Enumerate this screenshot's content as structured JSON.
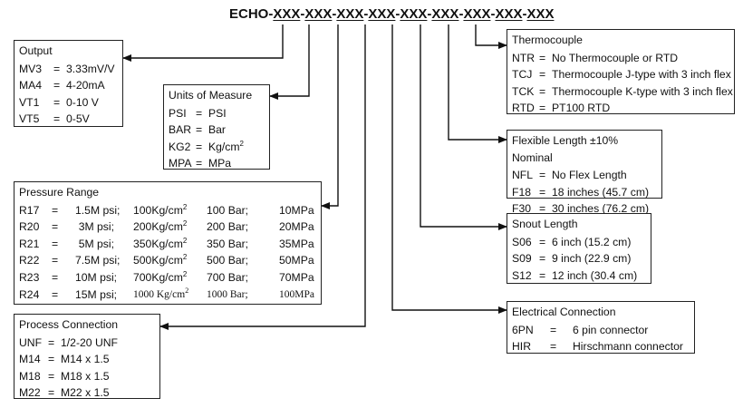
{
  "title": {
    "prefix": "ECHO-",
    "segments": [
      "XXX",
      "XXX",
      "XXX",
      "XXX",
      "XXX",
      "XXX",
      "XXX",
      "XXX",
      "XXX"
    ]
  },
  "output": {
    "header": "Output",
    "rows": [
      {
        "code": "MV3",
        "eq": "=",
        "desc": "3.33mV/V"
      },
      {
        "code": "MA4",
        "eq": "=",
        "desc": "4-20mA"
      },
      {
        "code": "VT1",
        "eq": "=",
        "desc": "0-10 V"
      },
      {
        "code": "VT5",
        "eq": "=",
        "desc": "0-5V"
      }
    ]
  },
  "units": {
    "header": "Units of Measure",
    "rows": [
      {
        "code": "PSI",
        "eq": "=",
        "desc": "PSI"
      },
      {
        "code": "BAR",
        "eq": "=",
        "desc": "Bar"
      },
      {
        "code": "KG2",
        "eq": "=",
        "desc": "Kg/cm",
        "sup": "2"
      },
      {
        "code": "MPA",
        "eq": "=",
        "desc": "MPa"
      }
    ]
  },
  "pressure": {
    "header": "Pressure Range",
    "rows": [
      {
        "code": "R17",
        "eq": "=",
        "psi": "1.5M psi;",
        "kg": "100Kg/cm",
        "sup": "2",
        "bar": "100 Bar;",
        "mpa": "10MPa"
      },
      {
        "code": "R20",
        "eq": "=",
        "psi": "3M psi;",
        "kg": "200Kg/cm",
        "sup": "2",
        "bar": "200 Bar;",
        "mpa": "20MPa"
      },
      {
        "code": "R21",
        "eq": "=",
        "psi": "5M psi;",
        "kg": "350Kg/cm",
        "sup": "2",
        "bar": "350 Bar;",
        "mpa": "35MPa"
      },
      {
        "code": "R22",
        "eq": "=",
        "psi": "7.5M psi;",
        "kg": "500Kg/cm",
        "sup": "2",
        "bar": "500 Bar;",
        "mpa": "50MPa"
      },
      {
        "code": "R23",
        "eq": "=",
        "psi": "10M psi;",
        "kg": "700Kg/cm",
        "sup": "2",
        "bar": "700 Bar;",
        "mpa": "70MPa"
      },
      {
        "code": "R24",
        "eq": "=",
        "psi": "15M psi;",
        "kg": "1000 Kg/cm",
        "sup": "2",
        "bar": "1000 Bar;",
        "mpa": "100MPa"
      }
    ]
  },
  "process": {
    "header": "Process Connection",
    "rows": [
      {
        "code": "UNF",
        "eq": "=",
        "desc": "1/2-20 UNF"
      },
      {
        "code": "M14",
        "eq": "=",
        "desc": "M14 x 1.5"
      },
      {
        "code": "M18",
        "eq": "=",
        "desc": "M18 x 1.5"
      },
      {
        "code": "M22",
        "eq": "=",
        "desc": "M22 x 1.5"
      }
    ]
  },
  "thermo": {
    "header": "Thermocouple",
    "rows": [
      {
        "code": "NTR",
        "eq": "=",
        "desc": "No Thermocouple or RTD"
      },
      {
        "code": "TCJ",
        "eq": "=",
        "desc": "Thermocouple J-type with 3 inch flex"
      },
      {
        "code": "TCK",
        "eq": "=",
        "desc": "Thermocouple K-type with 3 inch flex"
      },
      {
        "code": "RTD",
        "eq": "=",
        "desc": "PT100 RTD"
      }
    ]
  },
  "flex": {
    "header": "Flexible Length ±10% Nominal",
    "rows": [
      {
        "code": "NFL",
        "eq": "=",
        "desc": "No Flex Length"
      },
      {
        "code": "F18",
        "eq": "=",
        "desc": "18 inches (45.7 cm)"
      },
      {
        "code": "F30",
        "eq": "=",
        "desc": "30 inches (76.2 cm)"
      }
    ]
  },
  "snout": {
    "header": "Snout Length",
    "rows": [
      {
        "code": "S06",
        "eq": "=",
        "desc": "6 inch (15.2 cm)"
      },
      {
        "code": "S09",
        "eq": "=",
        "desc": "9 inch (22.9 cm)"
      },
      {
        "code": "S12",
        "eq": "=",
        "desc": "12 inch (30.4 cm)"
      }
    ]
  },
  "electrical": {
    "header": "Electrical Connection",
    "rows": [
      {
        "code": "6PN",
        "eq": "=",
        "desc": "6 pin connector"
      },
      {
        "code": "HIR",
        "eq": "=",
        "desc": "Hirschmann connector"
      }
    ]
  }
}
